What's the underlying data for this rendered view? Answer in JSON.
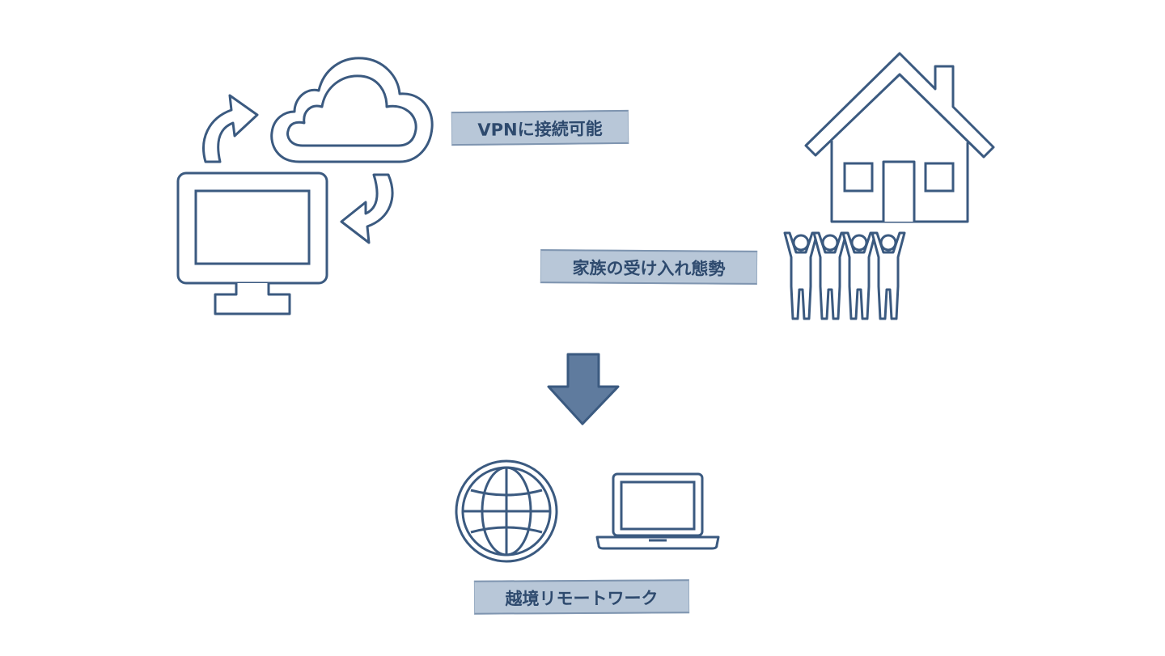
{
  "labels": {
    "vpn": "VPNに接続可能",
    "family": "家族の受け入れ態勢",
    "remote": "越境リモートワーク"
  },
  "colors": {
    "stroke": "#3b5a80",
    "label_fill": "#b8c7d8",
    "label_text": "#2e4a6e",
    "arrow_fill": "#5f7b9e"
  },
  "icons": [
    "cloud-icon",
    "sync-arrow-icon",
    "desktop-monitor-icon",
    "house-icon",
    "family-people-icon",
    "down-arrow-icon",
    "globe-icon",
    "laptop-icon"
  ]
}
